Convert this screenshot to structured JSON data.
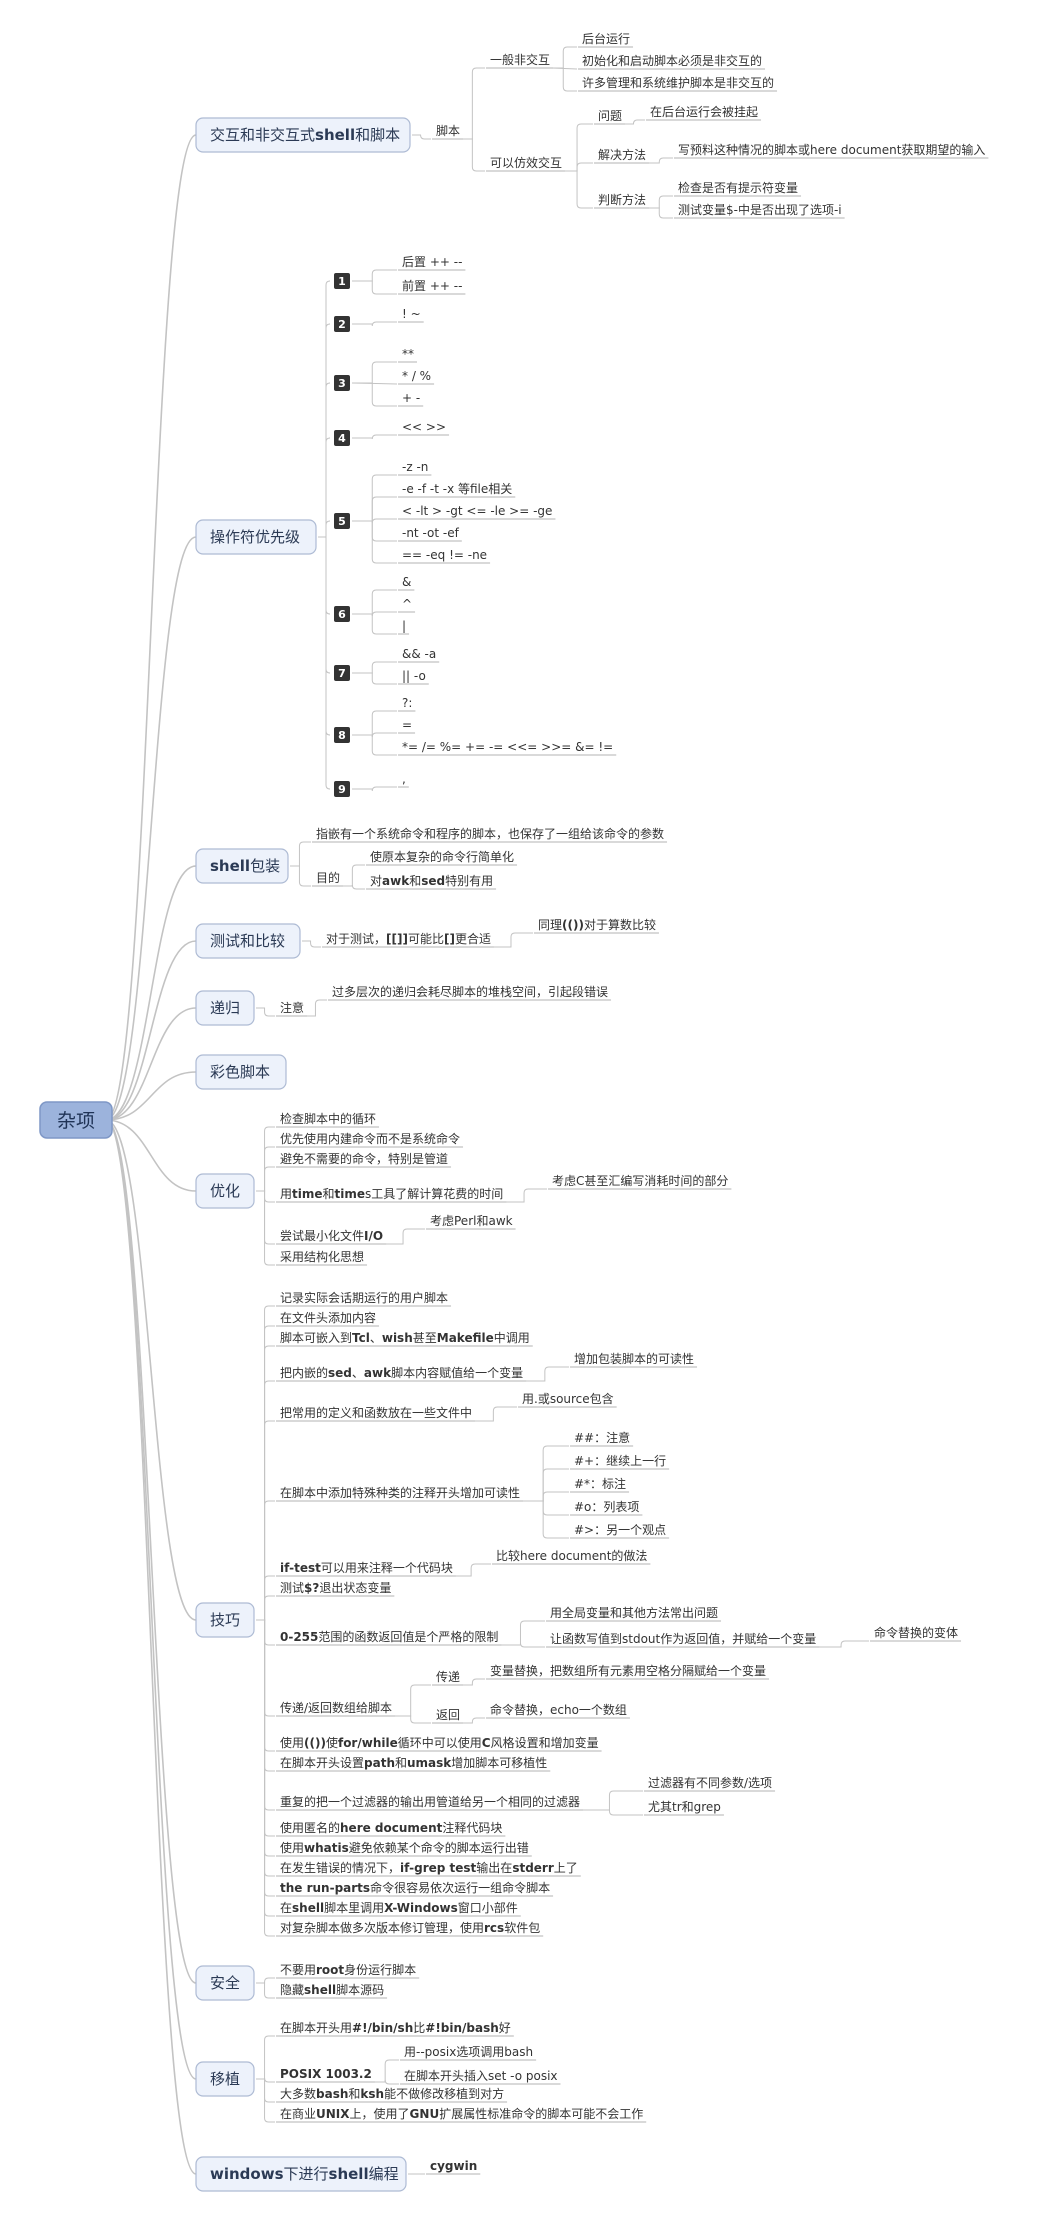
{
  "root": "杂项",
  "colors": {
    "curve": "#c3c3c3",
    "underline": "#b3b3b3",
    "branch_fill": "#edf2fb",
    "branch_border": "#aebbd4",
    "root_fill": "#9cb3dc",
    "root_border": "#7e97c6",
    "badge": "#333333"
  },
  "nodes": [
    {
      "id": "b1",
      "label": "交互和非交互式shell和脚本",
      "style": "branch",
      "bold": [
        "shell"
      ]
    },
    {
      "id": "b1a",
      "parent": "b1",
      "label": "脚本"
    },
    {
      "id": "b1a1",
      "parent": "b1a",
      "label": "一般非交互"
    },
    {
      "id": "b1a1a",
      "parent": "b1a1",
      "label": "后台运行"
    },
    {
      "id": "b1a1b",
      "parent": "b1a1",
      "label": "初始化和启动脚本必须是非交互的"
    },
    {
      "id": "b1a1c",
      "parent": "b1a1",
      "label": "许多管理和系统维护脚本是非交互的"
    },
    {
      "id": "b1a2",
      "parent": "b1a",
      "label": "可以仿效交互"
    },
    {
      "id": "b1a2a",
      "parent": "b1a2",
      "label": "问题"
    },
    {
      "id": "b1a2a1",
      "parent": "b1a2a",
      "label": "在后台运行会被挂起"
    },
    {
      "id": "b1a2b",
      "parent": "b1a2",
      "label": "解决方法"
    },
    {
      "id": "b1a2b1",
      "parent": "b1a2b",
      "label": "写预料这种情况的脚本或here document获取期望的输入"
    },
    {
      "id": "b1a2c",
      "parent": "b1a2",
      "label": "判断方法"
    },
    {
      "id": "b1a2c1",
      "parent": "b1a2c",
      "label": "检查是否有提示符变量"
    },
    {
      "id": "b1a2c2",
      "parent": "b1a2c",
      "label": "测试变量$-中是否出现了选项-i"
    },
    {
      "id": "b2",
      "label": "操作符优先级",
      "style": "branch"
    },
    {
      "id": "n1",
      "parent": "b2",
      "label": "1",
      "style": "badge"
    },
    {
      "id": "n1a",
      "parent": "n1",
      "label": "后置 ++ --"
    },
    {
      "id": "n1b",
      "parent": "n1",
      "label": "前置 ++ --"
    },
    {
      "id": "n2",
      "parent": "b2",
      "label": "2",
      "style": "badge"
    },
    {
      "id": "n2a",
      "parent": "n2",
      "label": "! ~"
    },
    {
      "id": "n3",
      "parent": "b2",
      "label": "3",
      "style": "badge"
    },
    {
      "id": "n3a",
      "parent": "n3",
      "label": "**"
    },
    {
      "id": "n3b",
      "parent": "n3",
      "label": "* / %"
    },
    {
      "id": "n3c",
      "parent": "n3",
      "label": "+ -"
    },
    {
      "id": "n4",
      "parent": "b2",
      "label": "4",
      "style": "badge"
    },
    {
      "id": "n4a",
      "parent": "n4",
      "label": "<< >>"
    },
    {
      "id": "n5",
      "parent": "b2",
      "label": "5",
      "style": "badge"
    },
    {
      "id": "n5a",
      "parent": "n5",
      "label": "-z -n"
    },
    {
      "id": "n5b",
      "parent": "n5",
      "label": "-e -f -t -x 等file相关"
    },
    {
      "id": "n5c",
      "parent": "n5",
      "label": "< -lt > -gt <= -le >= -ge"
    },
    {
      "id": "n5d",
      "parent": "n5",
      "label": "-nt -ot -ef"
    },
    {
      "id": "n5e",
      "parent": "n5",
      "label": "== -eq != -ne"
    },
    {
      "id": "n6",
      "parent": "b2",
      "label": "6",
      "style": "badge"
    },
    {
      "id": "n6a",
      "parent": "n6",
      "label": "&"
    },
    {
      "id": "n6b",
      "parent": "n6",
      "label": "^"
    },
    {
      "id": "n6c",
      "parent": "n6",
      "label": "|"
    },
    {
      "id": "n7",
      "parent": "b2",
      "label": "7",
      "style": "badge"
    },
    {
      "id": "n7a",
      "parent": "n7",
      "label": "&& -a"
    },
    {
      "id": "n7b",
      "parent": "n7",
      "label": "|| -o"
    },
    {
      "id": "n8",
      "parent": "b2",
      "label": "8",
      "style": "badge"
    },
    {
      "id": "n8a",
      "parent": "n8",
      "label": "?:"
    },
    {
      "id": "n8b",
      "parent": "n8",
      "label": "="
    },
    {
      "id": "n8c",
      "parent": "n8",
      "label": "*= /= %= += -= <<= >>= &= !="
    },
    {
      "id": "n9",
      "parent": "b2",
      "label": "9",
      "style": "badge"
    },
    {
      "id": "n9a",
      "parent": "n9",
      "label": ","
    },
    {
      "id": "b3",
      "label": "shell包装",
      "style": "branch",
      "bold": [
        "shell"
      ]
    },
    {
      "id": "b3a",
      "parent": "b3",
      "label": "指嵌有一个系统命令和程序的脚本，也保存了一组给该命令的参数"
    },
    {
      "id": "b3b",
      "parent": "b3",
      "label": "目的"
    },
    {
      "id": "b3b1",
      "parent": "b3b",
      "label": "使原本复杂的命令行简单化"
    },
    {
      "id": "b3b2",
      "parent": "b3b",
      "label": "对awk和sed特别有用",
      "bold": [
        "awk",
        "sed"
      ]
    },
    {
      "id": "b4",
      "label": "测试和比较",
      "style": "branch"
    },
    {
      "id": "b4a",
      "parent": "b4",
      "label": "对于测试，[[]]可能比[]更合适",
      "bold": [
        "[[]]",
        "[]"
      ]
    },
    {
      "id": "b4a1",
      "parent": "b4a",
      "label": "同理(())对于算数比较",
      "bold": [
        "(())"
      ]
    },
    {
      "id": "b5",
      "label": "递归",
      "style": "branch"
    },
    {
      "id": "b5a",
      "parent": "b5",
      "label": "注意"
    },
    {
      "id": "b5a1",
      "parent": "b5a",
      "label": "过多层次的递归会耗尽脚本的堆栈空间，引起段错误"
    },
    {
      "id": "b6",
      "label": "彩色脚本",
      "style": "branch"
    },
    {
      "id": "b7",
      "label": "优化",
      "style": "branch"
    },
    {
      "id": "b7a",
      "parent": "b7",
      "label": "检查脚本中的循环"
    },
    {
      "id": "b7b",
      "parent": "b7",
      "label": "优先使用内建命令而不是系统命令"
    },
    {
      "id": "b7c",
      "parent": "b7",
      "label": "避免不需要的命令，特别是管道"
    },
    {
      "id": "b7d",
      "parent": "b7",
      "label": "用time和times工具了解计算花费的时间",
      "bold": [
        "time",
        "times"
      ]
    },
    {
      "id": "b7d1",
      "parent": "b7d",
      "label": "考虑C甚至汇编写消耗时间的部分"
    },
    {
      "id": "b7e",
      "parent": "b7",
      "label": "尝试最小化文件I/O",
      "bold": [
        "I/O"
      ]
    },
    {
      "id": "b7e1",
      "parent": "b7e",
      "label": "考虑Perl和awk"
    },
    {
      "id": "b7f",
      "parent": "b7",
      "label": "采用结构化思想"
    },
    {
      "id": "b8",
      "label": "技巧",
      "style": "branch"
    },
    {
      "id": "b8a",
      "parent": "b8",
      "label": "记录实际会话期运行的用户脚本"
    },
    {
      "id": "b8b",
      "parent": "b8",
      "label": "在文件头添加内容"
    },
    {
      "id": "b8c",
      "parent": "b8",
      "label": "脚本可嵌入到Tcl、wish甚至Makefile中调用",
      "bold": [
        "Tcl",
        "wish",
        "Makefile"
      ]
    },
    {
      "id": "b8d",
      "parent": "b8",
      "label": "把内嵌的sed、awk脚本内容赋值给一个变量",
      "bold": [
        "sed",
        "awk"
      ]
    },
    {
      "id": "b8d1",
      "parent": "b8d",
      "label": "增加包装脚本的可读性"
    },
    {
      "id": "b8e",
      "parent": "b8",
      "label": "把常用的定义和函数放在一些文件中"
    },
    {
      "id": "b8e1",
      "parent": "b8e",
      "label": "用.或source包含"
    },
    {
      "id": "b8f",
      "parent": "b8",
      "label": "在脚本中添加特殊种类的注释开头增加可读性"
    },
    {
      "id": "b8f1",
      "parent": "b8f",
      "label": "##：注意"
    },
    {
      "id": "b8f2",
      "parent": "b8f",
      "label": "#+：继续上一行"
    },
    {
      "id": "b8f3",
      "parent": "b8f",
      "label": "#*：标注"
    },
    {
      "id": "b8f4",
      "parent": "b8f",
      "label": "#o：列表项"
    },
    {
      "id": "b8f5",
      "parent": "b8f",
      "label": "#>：另一个观点"
    },
    {
      "id": "b8g",
      "parent": "b8",
      "label": "if-test可以用来注释一个代码块",
      "bold": [
        "if-test"
      ]
    },
    {
      "id": "b8g1",
      "parent": "b8g",
      "label": "比较here document的做法"
    },
    {
      "id": "b8h",
      "parent": "b8",
      "label": "测试$?退出状态变量",
      "bold": [
        "$?"
      ]
    },
    {
      "id": "b8i",
      "parent": "b8",
      "label": "0-255范围的函数返回值是个严格的限制",
      "bold": [
        "0-255"
      ]
    },
    {
      "id": "b8i1",
      "parent": "b8i",
      "label": "用全局变量和其他方法常出问题"
    },
    {
      "id": "b8i2",
      "parent": "b8i",
      "label": "让函数写值到stdout作为返回值，并赋给一个变量"
    },
    {
      "id": "b8i2a",
      "parent": "b8i2",
      "label": "命令替换的变体"
    },
    {
      "id": "b8j",
      "parent": "b8",
      "label": "传递/返回数组给脚本"
    },
    {
      "id": "b8j1",
      "parent": "b8j",
      "label": "传递"
    },
    {
      "id": "b8j1a",
      "parent": "b8j1",
      "label": "变量替换，把数组所有元素用空格分隔赋给一个变量"
    },
    {
      "id": "b8j2",
      "parent": "b8j",
      "label": "返回"
    },
    {
      "id": "b8j2a",
      "parent": "b8j2",
      "label": "命令替换，echo一个数组"
    },
    {
      "id": "b8k",
      "parent": "b8",
      "label": "使用(())使for/while循环中可以使用C风格设置和增加变量",
      "bold": [
        "(())",
        "for/while",
        "C"
      ]
    },
    {
      "id": "b8l",
      "parent": "b8",
      "label": "在脚本开头设置path和umask增加脚本可移植性",
      "bold": [
        "path",
        "umask"
      ]
    },
    {
      "id": "b8m",
      "parent": "b8",
      "label": "重复的把一个过滤器的输出用管道给另一个相同的过滤器"
    },
    {
      "id": "b8m1",
      "parent": "b8m",
      "label": "过滤器有不同参数/选项"
    },
    {
      "id": "b8m2",
      "parent": "b8m",
      "label": "尤其tr和grep"
    },
    {
      "id": "b8n",
      "parent": "b8",
      "label": "使用匿名的here document注释代码块",
      "bold": [
        "here document"
      ]
    },
    {
      "id": "b8o",
      "parent": "b8",
      "label": "使用whatis避免依赖某个命令的脚本运行出错",
      "bold": [
        "whatis"
      ]
    },
    {
      "id": "b8p",
      "parent": "b8",
      "label": "在发生错误的情况下，if-grep test输出在stderr上了",
      "bold": [
        "if-grep test",
        "stderr"
      ]
    },
    {
      "id": "b8q",
      "parent": "b8",
      "label": "the run-parts命令很容易依次运行一组命令脚本",
      "bold": [
        "the run-parts"
      ]
    },
    {
      "id": "b8r",
      "parent": "b8",
      "label": "在shell脚本里调用X-Windows窗口小部件",
      "bold": [
        "shell",
        "X-Windows"
      ]
    },
    {
      "id": "b8s",
      "parent": "b8",
      "label": "对复杂脚本做多次版本修订管理，使用rcs软件包",
      "bold": [
        "rcs"
      ]
    },
    {
      "id": "b9",
      "label": "安全",
      "style": "branch"
    },
    {
      "id": "b9a",
      "parent": "b9",
      "label": "不要用root身份运行脚本",
      "bold": [
        "root"
      ]
    },
    {
      "id": "b9b",
      "parent": "b9",
      "label": "隐藏shell脚本源码",
      "bold": [
        "shell"
      ]
    },
    {
      "id": "b10",
      "label": "移植",
      "style": "branch"
    },
    {
      "id": "b10a",
      "parent": "b10",
      "label": "在脚本开头用#!/bin/sh比#!bin/bash好",
      "bold": [
        "#!/bin/sh",
        "#!bin/bash"
      ]
    },
    {
      "id": "b10b",
      "parent": "b10",
      "label": "POSIX 1003.2",
      "bold": [
        "POSIX 1003.2"
      ]
    },
    {
      "id": "b10b1",
      "parent": "b10b",
      "label": "用--posix选项调用bash"
    },
    {
      "id": "b10b2",
      "parent": "b10b",
      "label": "在脚本开头插入set -o posix"
    },
    {
      "id": "b10c",
      "parent": "b10",
      "label": "大多数bash和ksh能不做修改移植到对方",
      "bold": [
        "bash",
        "ksh"
      ]
    },
    {
      "id": "b10d",
      "parent": "b10",
      "label": "在商业UNIX上，使用了GNU扩展属性标准命令的脚本可能不会工作",
      "bold": [
        "UNIX",
        "GNU"
      ]
    },
    {
      "id": "b11",
      "label": "windows下进行shell编程",
      "style": "branch",
      "bold": [
        "windows",
        "shell"
      ]
    },
    {
      "id": "b11a",
      "parent": "b11",
      "label": "cygwin",
      "bold": [
        "cygwin"
      ]
    }
  ]
}
